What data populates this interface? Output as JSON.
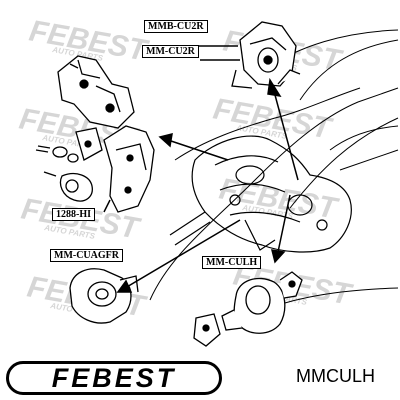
{
  "diagram": {
    "labels": {
      "mmb_cu2r": "MMB-CU2R",
      "mm_cu2r": "MM-CU2R",
      "p1288_hi": "1288-HI",
      "mm_cuagfr": "MM-CUAGFR",
      "mm_culh": "MM-CULH"
    },
    "watermark": "FEBEST",
    "watermark_sub": "AUTO PARTS"
  },
  "footer": {
    "brand": "FEBEST",
    "part_number": "MMCULH"
  },
  "colors": {
    "ink": "#000000",
    "watermark": "#d6d6d6",
    "background": "#ffffff"
  }
}
